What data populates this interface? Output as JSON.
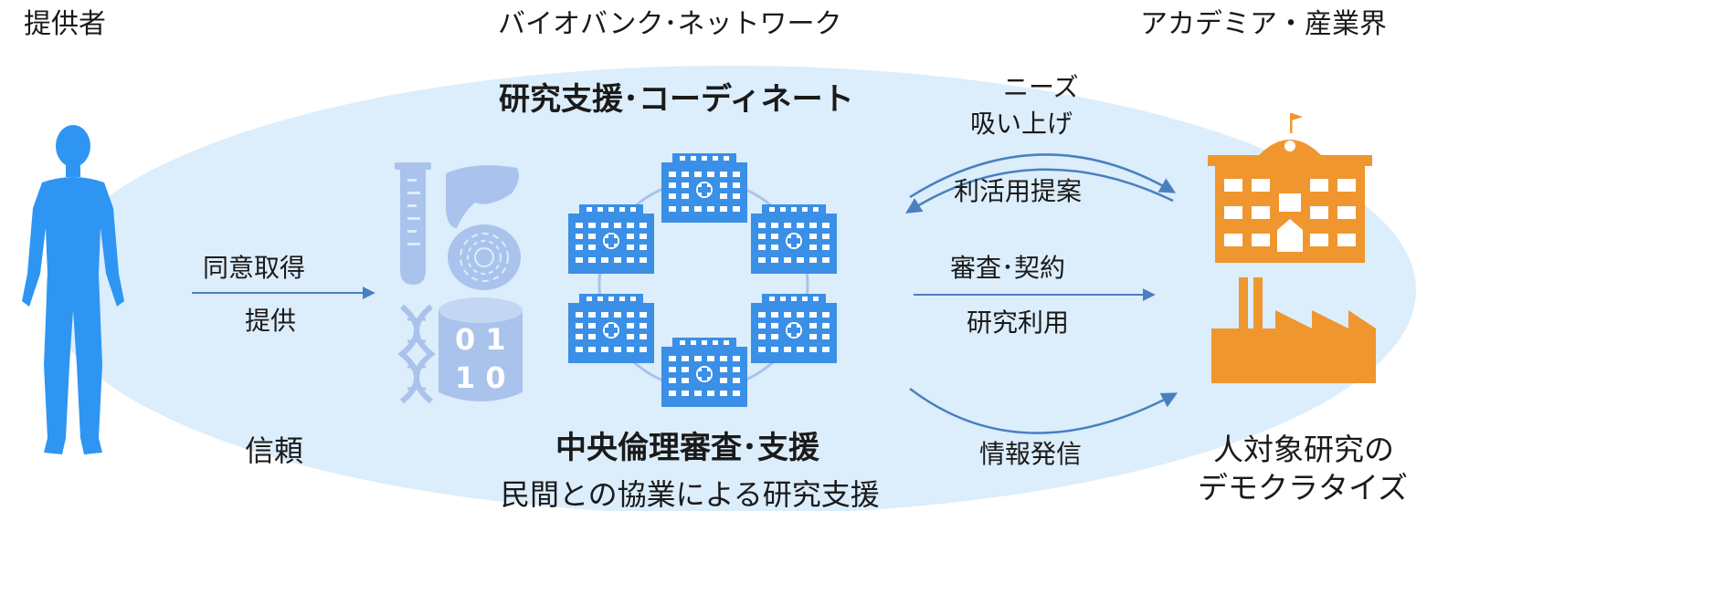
{
  "headers": {
    "provider": "提供者",
    "network": "バイオバンク･ネットワーク",
    "academia": "アカデミア・産業界"
  },
  "center": {
    "top_title": "研究支援･コーディネート",
    "bottom_title": "中央倫理審査･支援",
    "bottom_subtitle": "民間との協業による研究支援"
  },
  "left_flow": {
    "consent": "同意取得",
    "provide": "提供",
    "trust": "信頼"
  },
  "right_flow": {
    "needs_line1": "ニーズ",
    "needs_line2": "吸い上げ",
    "proposal": "利活用提案",
    "review": "審査･契約",
    "research_use": "研究利用",
    "info": "情報発信"
  },
  "outcome": {
    "line1": "人対象研究の",
    "line2": "デモクラタイズ"
  },
  "data_icon": {
    "row1": "0 1",
    "row2": "1 0"
  },
  "colors": {
    "ellipse": "#dcedfb",
    "person": "#2f95f2",
    "hospital": "#3a8fe6",
    "sample_icons": "#a9c3ec",
    "arrows": "#4a7fbf",
    "academia_orange": "#f0962e"
  }
}
